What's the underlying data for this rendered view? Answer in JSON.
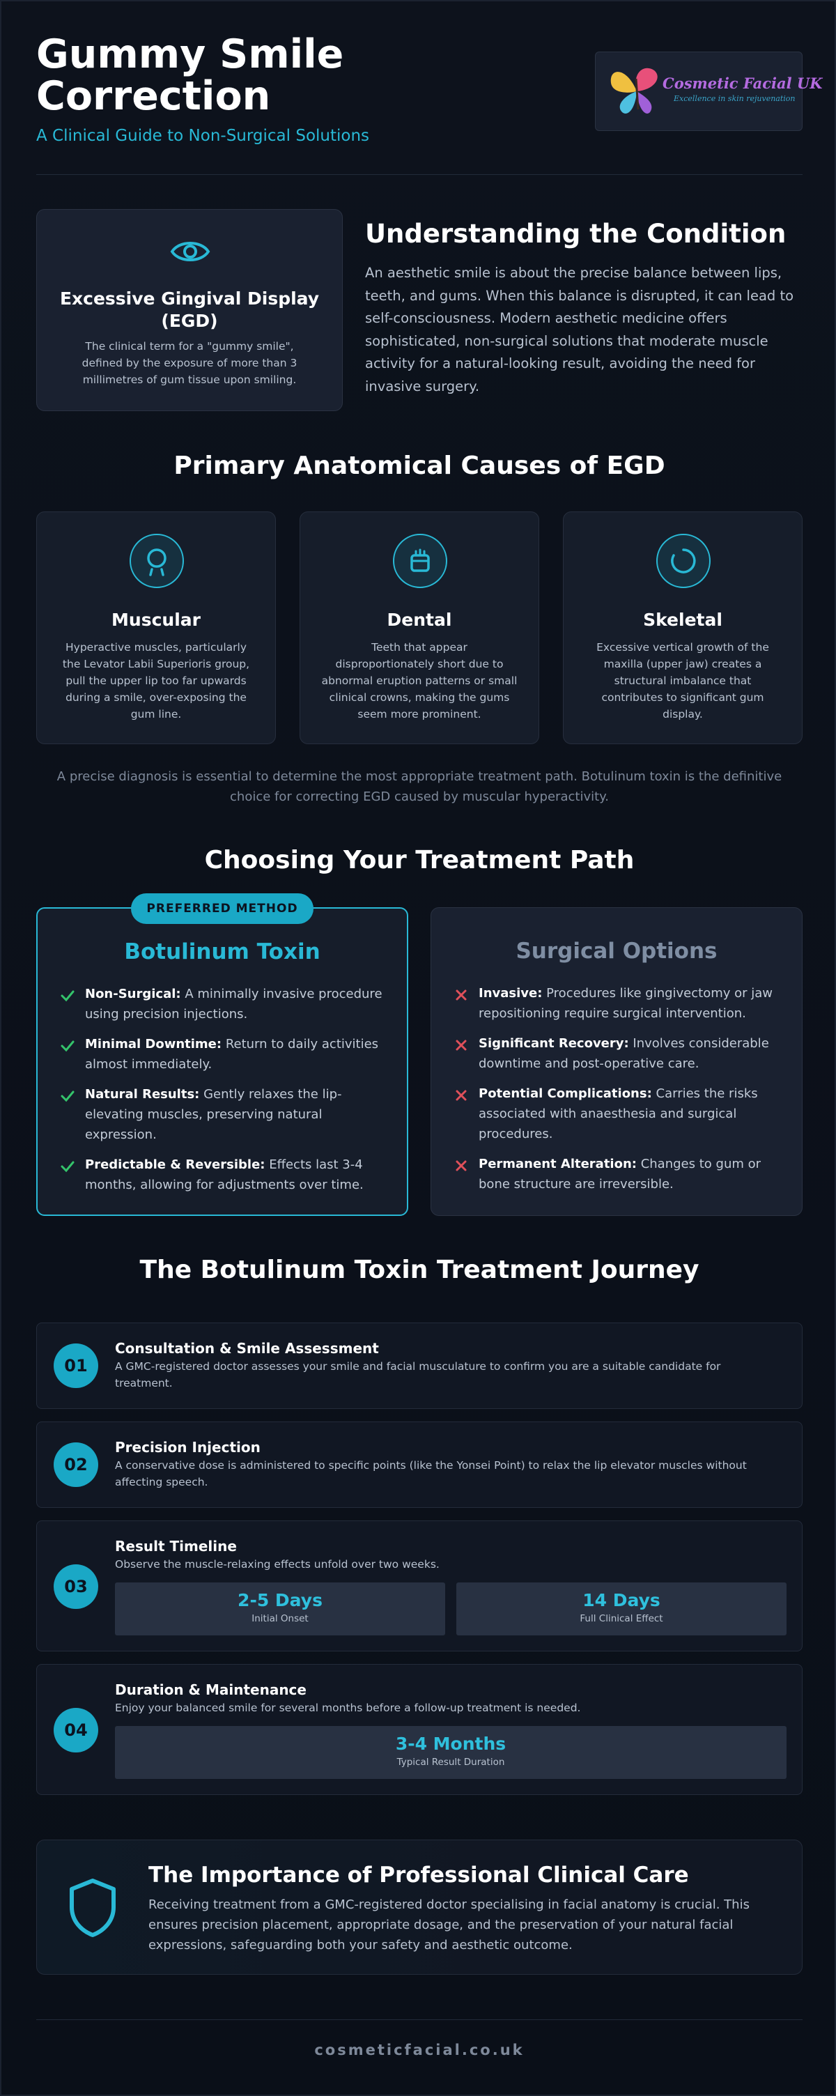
{
  "header": {
    "title": "Gummy Smile Correction",
    "subtitle": "A Clinical Guide to Non-Surgical Solutions",
    "logo_name": "Cosmetic Facial UK",
    "logo_tagline": "Excellence in skin rejuvenation"
  },
  "understanding": {
    "card_icon": "eye-icon",
    "card_title": "Excessive Gingival Display (EGD)",
    "card_desc": "The clinical term for a \"gummy smile\", defined by the exposure of more than 3 millimetres of gum tissue upon smiling.",
    "heading": "Understanding the Condition",
    "paragraph": "An aesthetic smile is about the precise balance between lips, teeth, and gums. When this balance is disrupted, it can lead to self-consciousness. Modern aesthetic medicine offers sophisticated, non-surgical solutions that moderate muscle activity for a natural-looking result, avoiding the need for invasive surgery."
  },
  "causes": {
    "heading": "Primary Anatomical Causes of EGD",
    "items": [
      {
        "icon": "muscle-icon",
        "name": "Muscular",
        "desc": "Hyperactive muscles, particularly the Levator Labii Superioris group, pull the upper lip too far upwards during a smile, over-exposing the gum line."
      },
      {
        "icon": "tooth-icon",
        "name": "Dental",
        "desc": "Teeth that appear disproportionately short due to abnormal eruption patterns or small clinical crowns, making the gums seem more prominent."
      },
      {
        "icon": "growth-icon",
        "name": "Skeletal",
        "desc": "Excessive vertical growth of the maxilla (upper jaw) creates a structural imbalance that contributes to significant gum display."
      }
    ],
    "note": "A precise diagnosis is essential to determine the most appropriate treatment path. Botulinum toxin is the definitive choice for correcting EGD caused by muscular hyperactivity."
  },
  "treatment": {
    "heading": "Choosing Your Treatment Path",
    "botox": {
      "badge": "PREFERRED METHOD",
      "title": "Botulinum Toxin",
      "points": [
        {
          "label": "Non-Surgical:",
          "text": " A minimally invasive procedure using precision injections."
        },
        {
          "label": "Minimal Downtime:",
          "text": " Return to daily activities almost immediately."
        },
        {
          "label": "Natural Results:",
          "text": " Gently relaxes the lip-elevating muscles, preserving natural expression."
        },
        {
          "label": "Predictable & Reversible:",
          "text": " Effects last 3-4 months, allowing for adjustments over time."
        }
      ],
      "check_color": "#34c46b"
    },
    "surgical": {
      "title": "Surgical Options",
      "points": [
        {
          "label": "Invasive:",
          "text": " Procedures like gingivectomy or jaw repositioning require surgical intervention."
        },
        {
          "label": "Significant Recovery:",
          "text": " Involves considerable downtime and post-operative care."
        },
        {
          "label": "Potential Complications:",
          "text": " Carries the risks associated with anaesthesia and surgical procedures."
        },
        {
          "label": "Permanent Alteration:",
          "text": " Changes to gum or bone structure are irreversible."
        }
      ],
      "cross_color": "#e0505a"
    }
  },
  "journey": {
    "heading": "The Botulinum Toxin Treatment Journey",
    "steps": [
      {
        "num": "01",
        "title": "Consultation & Smile Assessment",
        "desc": "A GMC-registered doctor assesses your smile and facial musculature to confirm you are a suitable candidate for treatment."
      },
      {
        "num": "02",
        "title": "Precision Injection",
        "desc": "A conservative dose is administered to specific points (like the Yonsei Point) to relax the lip elevator muscles without affecting speech."
      },
      {
        "num": "03",
        "title": "Result Timeline",
        "desc": "Observe the muscle-relaxing effects unfold over two weeks.",
        "stats": [
          {
            "value": "2-5 Days",
            "label": "Initial Onset"
          },
          {
            "value": "14 Days",
            "label": "Full Clinical Effect"
          }
        ]
      },
      {
        "num": "04",
        "title": "Duration & Maintenance",
        "desc": "Enjoy your balanced smile for several months before a follow-up treatment is needed.",
        "stats": [
          {
            "value": "3-4 Months",
            "label": "Typical Result Duration"
          }
        ]
      }
    ]
  },
  "importance": {
    "icon": "shield-icon",
    "heading": "The Importance of Professional Clinical Care",
    "paragraph": "Receiving treatment from a GMC-registered doctor specialising in facial anatomy is crucial. This ensures precision placement, appropriate dosage, and the preservation of your natural facial expressions, safeguarding both your safety and aesthetic outcome."
  },
  "footer": {
    "domain": "cosmeticfacial.co.uk"
  },
  "colors": {
    "accent": "#29b9d6",
    "background": "#0b101a",
    "card": "#1a2130"
  }
}
